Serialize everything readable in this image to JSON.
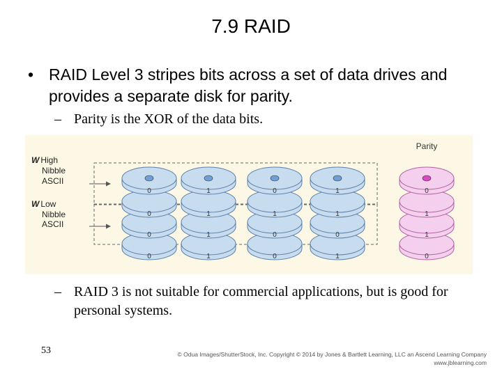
{
  "slide": {
    "title": "7.9 RAID",
    "bullet": {
      "symbol": "•",
      "text": "RAID Level 3 stripes bits across a set of data drives and provides a separate disk for parity."
    },
    "sub_bullets": [
      {
        "dash": "–",
        "text": "Parity is the XOR of the data bits."
      },
      {
        "dash": "–",
        "text": "RAID 3 is not suitable for commercial applications, but is good for personal systems."
      }
    ],
    "slide_number": "53",
    "copyright": {
      "line1": "© Odua Images/ShutterStock, Inc. Copyright © 2014 by Jones & Bartlett Learning, LLC an Ascend Learning Company",
      "line2": "www.jblearning.com"
    }
  },
  "figure": {
    "parity_label": "Parity",
    "high_label": {
      "w": "W",
      "l1": "High",
      "l2": "Nibble",
      "l3": "ASCII"
    },
    "low_label": {
      "w": "W",
      "l1": "Low",
      "l2": "Nibble",
      "l3": "ASCII"
    },
    "colors": {
      "data_disk": "#c8dcf0",
      "parity_disk": "#f5d0ee",
      "parity_dot": "#d848c0",
      "data_dot": "#6f9fd8",
      "background": "#fdf8e6"
    },
    "disks": [
      {
        "bits": [
          "0",
          "0",
          "0",
          "0"
        ],
        "type": "data"
      },
      {
        "bits": [
          "1",
          "1",
          "1",
          "1"
        ],
        "type": "data"
      },
      {
        "bits": [
          "0",
          "1",
          "0",
          "0"
        ],
        "type": "data"
      },
      {
        "bits": [
          "1",
          "1",
          "0",
          "1"
        ],
        "type": "data"
      },
      {
        "bits": [
          "0",
          "1",
          "1",
          "0"
        ],
        "type": "parity"
      }
    ]
  }
}
